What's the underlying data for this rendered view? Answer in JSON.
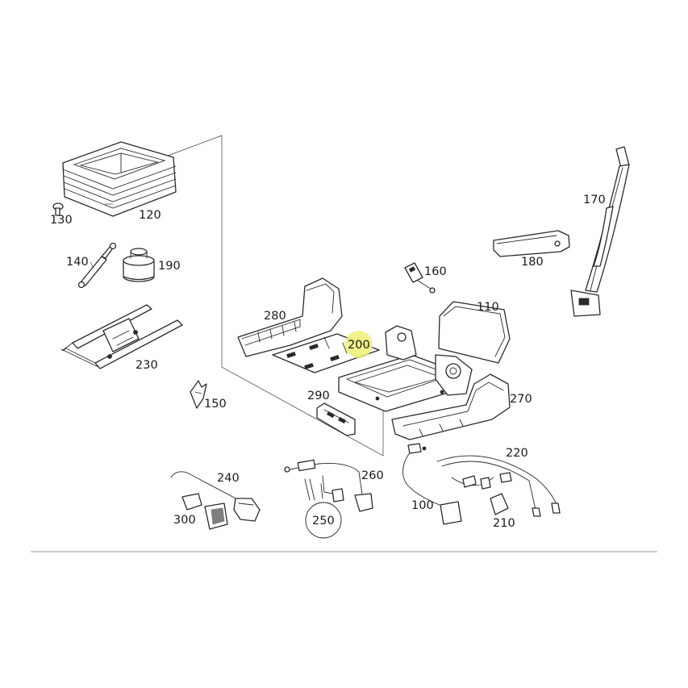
{
  "parts": [
    {
      "id": "p100",
      "label": "100"
    },
    {
      "id": "p110",
      "label": "110"
    },
    {
      "id": "p120",
      "label": "120"
    },
    {
      "id": "p130",
      "label": "130"
    },
    {
      "id": "p140",
      "label": "140"
    },
    {
      "id": "p150",
      "label": "150"
    },
    {
      "id": "p160",
      "label": "160"
    },
    {
      "id": "p170",
      "label": "170"
    },
    {
      "id": "p180",
      "label": "180"
    },
    {
      "id": "p190",
      "label": "190"
    },
    {
      "id": "p200",
      "label": "200",
      "highlighted": true
    },
    {
      "id": "p210",
      "label": "210"
    },
    {
      "id": "p220",
      "label": "220"
    },
    {
      "id": "p230",
      "label": "230"
    },
    {
      "id": "p240",
      "label": "240"
    },
    {
      "id": "p250",
      "label": "250"
    },
    {
      "id": "p260",
      "label": "260"
    },
    {
      "id": "p270",
      "label": "270"
    },
    {
      "id": "p280",
      "label": "280"
    },
    {
      "id": "p290",
      "label": "290"
    },
    {
      "id": "p300",
      "label": "300"
    }
  ],
  "highlight_color": "#eef07a"
}
